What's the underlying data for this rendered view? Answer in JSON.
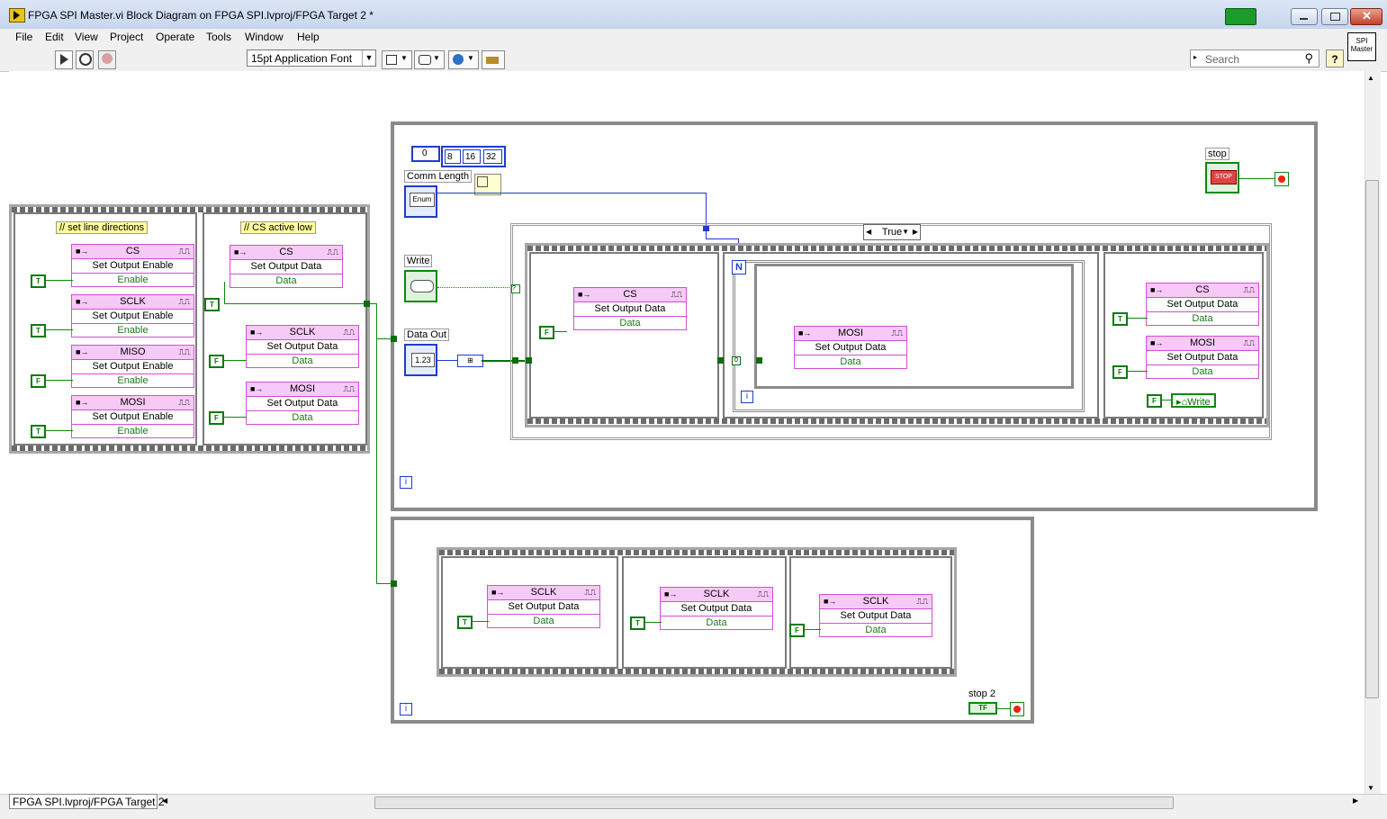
{
  "window": {
    "title": "FPGA SPI Master.vi Block Diagram on FPGA SPI.lvproj/FPGA Target 2 *"
  },
  "menu": [
    "File",
    "Edit",
    "View",
    "Project",
    "Operate",
    "Tools",
    "Window",
    "Help"
  ],
  "toolbar": {
    "font": "15pt Application Font",
    "search_placeholder": "Search",
    "help": "?"
  },
  "vi_icon": {
    "line1": "SPI",
    "line2": "Master"
  },
  "target_tab": "FPGA SPI.lvproj/FPGA Target 2",
  "diagram": {
    "init_sequence": {
      "comment1": "// set line directions",
      "comment2": "// CS active low",
      "enable_nodes": [
        {
          "name": "CS",
          "method": "Set Output Enable",
          "param": "Enable",
          "const": "T"
        },
        {
          "name": "SCLK",
          "method": "Set Output Enable",
          "param": "Enable",
          "const": "T"
        },
        {
          "name": "MISO",
          "method": "Set Output Enable",
          "param": "Enable",
          "const": "F"
        },
        {
          "name": "MOSI",
          "method": "Set Output Enable",
          "param": "Enable",
          "const": "T"
        }
      ],
      "data_nodes": [
        {
          "name": "CS",
          "method": "Set Output Data",
          "param": "Data",
          "const": "T"
        },
        {
          "name": "SCLK",
          "method": "Set Output Data",
          "param": "Data",
          "const": "F"
        },
        {
          "name": "MOSI",
          "method": "Set Output Data",
          "param": "Data",
          "const": "F"
        }
      ]
    },
    "main_loop": {
      "array_consts": [
        "0",
        "8",
        "16",
        "32"
      ],
      "comm_length_label": "Comm Length",
      "comm_length_ctrl": "Enum",
      "write_label": "Write",
      "data_out_label": "Data Out",
      "data_out_ctrl": "1.23",
      "case_selector": "True",
      "stop_label": "stop",
      "stop_button": "STOP",
      "frame1": {
        "name": "CS",
        "method": "Set Output Data",
        "param": "Data",
        "const": "F"
      },
      "for_loop_n": "N",
      "inner_node": {
        "name": "MOSI",
        "method": "Set Output Data",
        "param": "Data"
      },
      "shift_zero": "0",
      "frame3": [
        {
          "name": "CS",
          "method": "Set Output Data",
          "param": "Data",
          "const": "T"
        },
        {
          "name": "MOSI",
          "method": "Set Output Data",
          "param": "Data",
          "const": "F"
        }
      ],
      "write_local": "Write",
      "write_const": "F",
      "iter": "i"
    },
    "clock_loop": {
      "nodes": [
        {
          "name": "SCLK",
          "method": "Set Output Data",
          "param": "Data",
          "const": "T"
        },
        {
          "name": "SCLK",
          "method": "Set Output Data",
          "param": "Data",
          "const": "T"
        },
        {
          "name": "SCLK",
          "method": "Set Output Data",
          "param": "Data",
          "const": "F"
        }
      ],
      "stop2_label": "stop 2",
      "iter": "i"
    }
  },
  "colors": {
    "fpga_io": "#d34fd3",
    "boolean": "#0b8a0b",
    "numeric": "#1f3dc9",
    "titlebar": "#c6d6ee"
  }
}
